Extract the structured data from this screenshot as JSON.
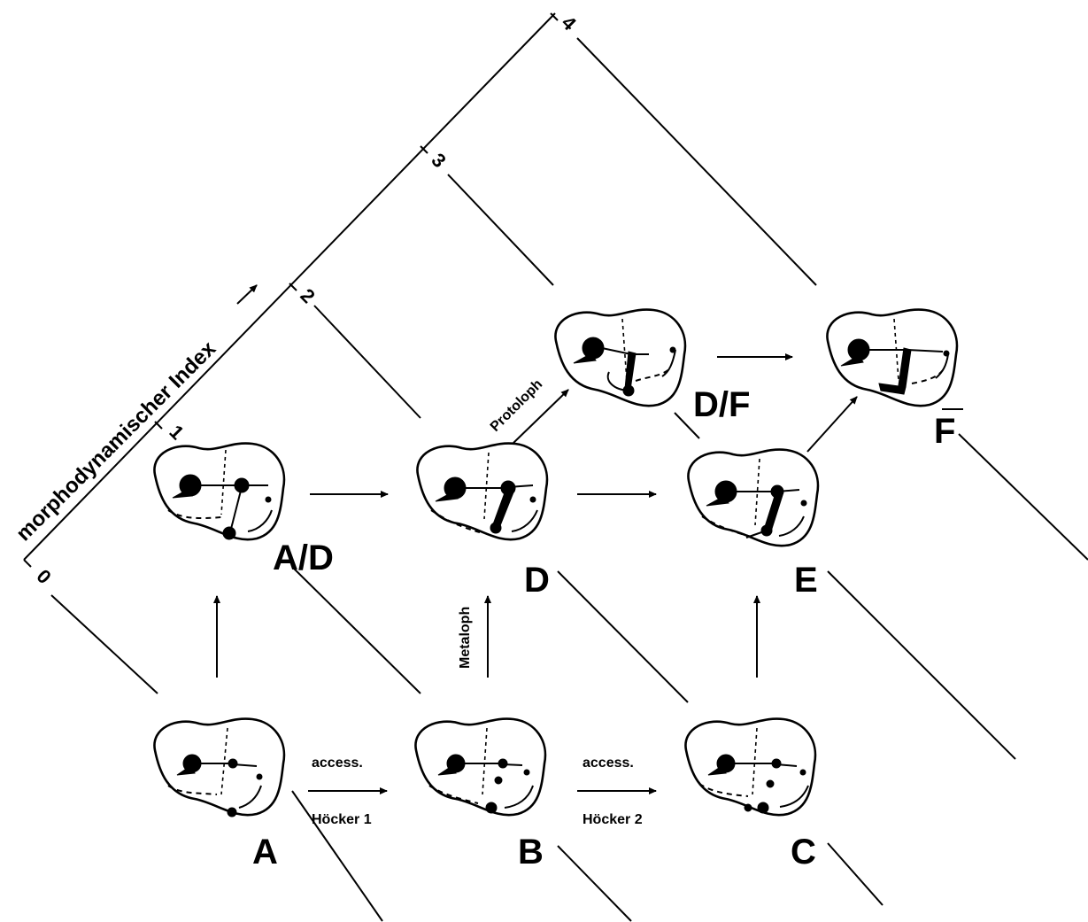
{
  "axis": {
    "title": "morphodynamischer Index",
    "ticks": [
      "0",
      "1",
      "2",
      "3",
      "4"
    ]
  },
  "nodes": {
    "A": "A",
    "B": "B",
    "C": "C",
    "AD": "A/D",
    "D": "D",
    "E": "E",
    "DF": "D/F",
    "F": "F"
  },
  "transitions": {
    "ab_top": "access.",
    "ab_bottom": "Höcker 1",
    "bc_top": "access.",
    "bc_bottom": "Höcker 2",
    "metaloph": "Metaloph",
    "protoloph": "Protoloph"
  }
}
